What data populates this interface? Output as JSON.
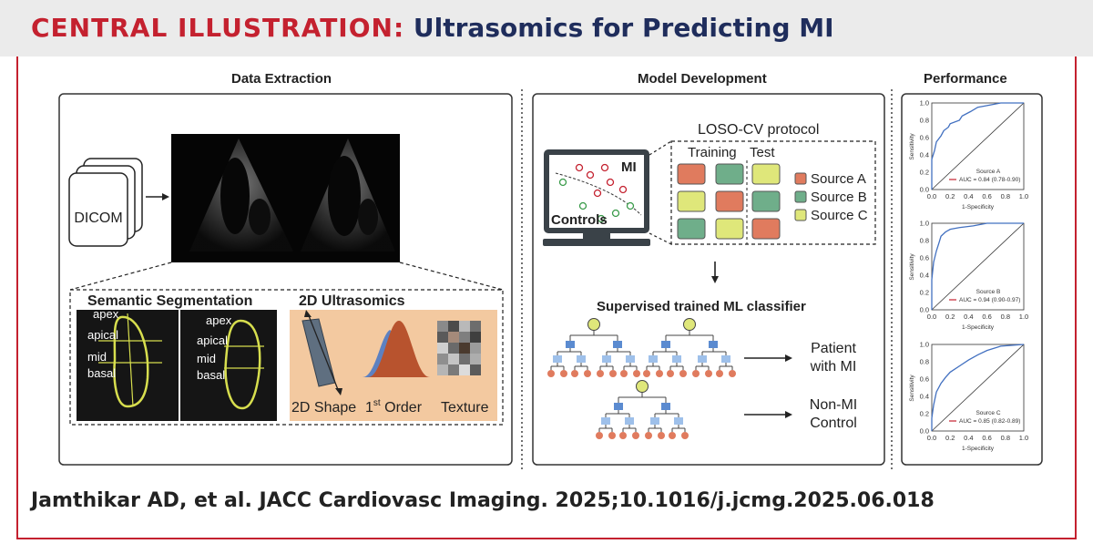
{
  "header": {
    "title_label": "CENTRAL ILLUSTRATION:",
    "title_text": "Ultrasomics for Predicting MI"
  },
  "sections": {
    "data_extraction": "Data Extraction",
    "model_development": "Model Development",
    "performance": "Performance"
  },
  "data_extraction": {
    "dicom_label": "DICOM",
    "segmentation_title": "Semantic Segmentation",
    "ultrasomics_title": "2D Ultrasomics",
    "segment_labels": [
      "apex",
      "apical",
      "mid",
      "basal"
    ],
    "feature_labels": {
      "shape": "2D Shape",
      "first_order_base": "1",
      "first_order_sup": "st",
      "first_order_rest": " Order",
      "texture": "Texture"
    }
  },
  "model_development": {
    "protocol_title": "LOSO-CV protocol",
    "training_label": "Training",
    "test_label": "Test",
    "monitor_mi": "MI",
    "monitor_controls": "Controls",
    "sources": [
      {
        "name": "Source A",
        "color": "#e07b5e"
      },
      {
        "name": "Source B",
        "color": "#6fae8a"
      },
      {
        "name": "Source C",
        "color": "#dfe77a"
      }
    ],
    "grid_colors": [
      [
        "#e07b5e",
        "#6fae8a",
        "#dfe77a"
      ],
      [
        "#dfe77a",
        "#e07b5e",
        "#6fae8a"
      ],
      [
        "#6fae8a",
        "#dfe77a",
        "#e07b5e"
      ]
    ],
    "classifier_title": "Supervised trained ML classifier",
    "outcome_mi": [
      "Patient",
      "with MI"
    ],
    "outcome_control": [
      "Non-MI",
      "Control"
    ]
  },
  "performance": {
    "ylabel": "Sensitivity",
    "xlabel": "1-Specificity",
    "ticks": [
      "0.0",
      "0.2",
      "0.4",
      "0.6",
      "0.8",
      "1.0"
    ],
    "panels": [
      {
        "source": "Source A",
        "auc": "AUC = 0.84 (0.78-0.90)"
      },
      {
        "source": "Source B",
        "auc": "AUC = 0.94 (0.90-0.97)"
      },
      {
        "source": "Source C",
        "auc": "AUC = 0.85 (0.82-0.89)"
      }
    ]
  },
  "citation": "Jamthikar AD, et al. JACC Cardiovasc Imaging. 2025;10.1016/j.jcmg.2025.06.018"
}
